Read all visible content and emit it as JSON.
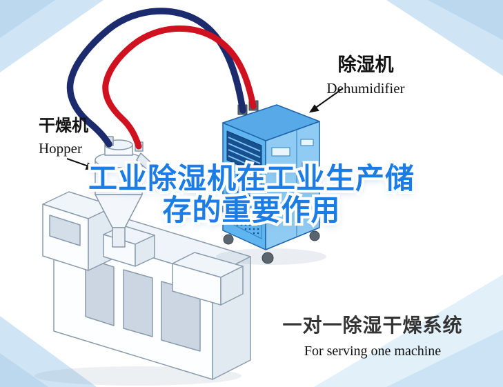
{
  "scene": {
    "background_color": "#ffffff",
    "corner_accent_color": "#cfe4f5",
    "corner_accent_dark": "#bbd8ef"
  },
  "title": {
    "line1": "工业除湿机在工业生产储",
    "line2": "存的重要作用",
    "color": "#1b7ce6"
  },
  "labels": {
    "dehumidifier_zh": "除湿机",
    "dehumidifier_en": "Dehumidifier",
    "hopper_zh": "干燥机",
    "hopper_en": "Hopper"
  },
  "caption": {
    "zh": "一对一除湿干燥系统",
    "en": "For serving one machine"
  },
  "diagram": {
    "dehumidifier_body_color": "#5fb5ef",
    "dehumidifier_side_color": "#8fcbf3",
    "dehumidifier_top_color": "#57a9e8",
    "grille_color": "#17508f",
    "pipes": {
      "return": {
        "name": "return-air-pipe",
        "color": "#1c2a6e"
      },
      "supply": {
        "name": "supply-air-pipe",
        "color": "#cf1120"
      }
    }
  }
}
